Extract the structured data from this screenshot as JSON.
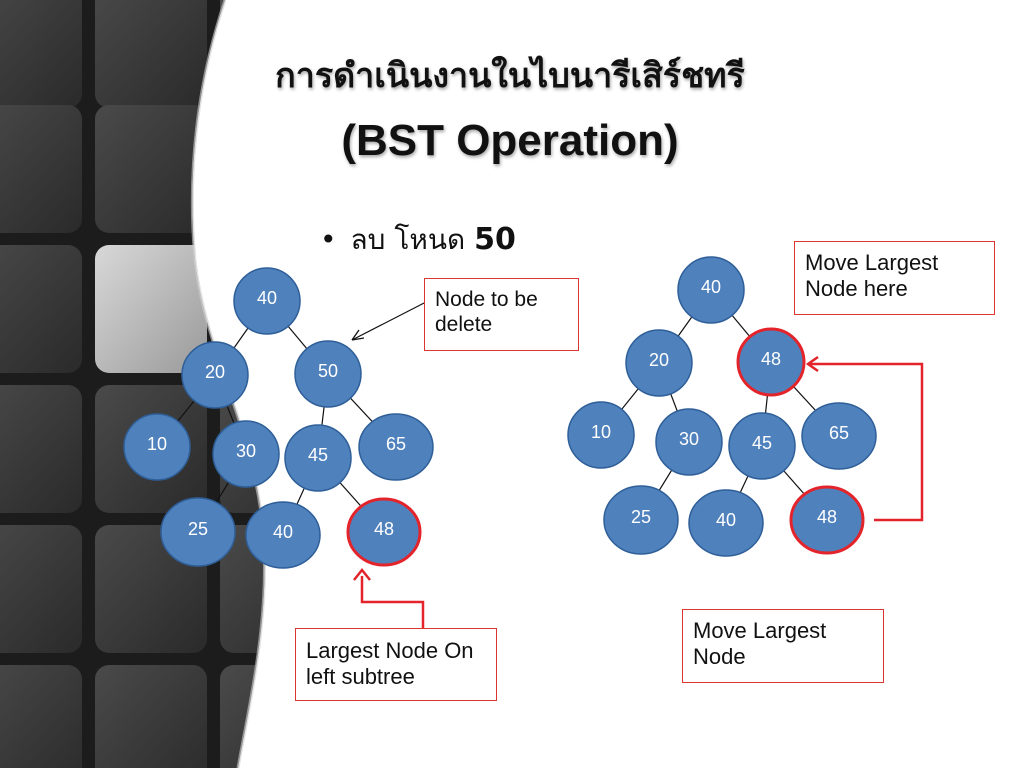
{
  "slide": {
    "title_thai": "การดำเนินงานในไบนารีเสิร์ชทรี",
    "title_english": "(BST Operation)",
    "bullet_text": "ลบ โหนด",
    "bullet_number": "50"
  },
  "callouts": {
    "node_to_delete": "Node to be delete",
    "largest_node_left": "Largest Node On left subtree",
    "move_here": "Move Largest Node here",
    "move_largest": "Move Largest Node"
  },
  "colors": {
    "node_fill": "#4f81bd",
    "node_border": "#2f5f98",
    "highlight_border": "#e3242b",
    "arrow_red": "#e3242b",
    "callout_border": "#d9372f"
  },
  "trees": {
    "before": {
      "nodes": [
        {
          "id": "b40",
          "label": "40"
        },
        {
          "id": "b20",
          "label": "20"
        },
        {
          "id": "b50",
          "label": "50"
        },
        {
          "id": "b10",
          "label": "10"
        },
        {
          "id": "b30",
          "label": "30"
        },
        {
          "id": "b45",
          "label": "45"
        },
        {
          "id": "b65",
          "label": "65"
        },
        {
          "id": "b25",
          "label": "25"
        },
        {
          "id": "b40b",
          "label": "40"
        },
        {
          "id": "b48",
          "label": "48",
          "highlight": true
        }
      ],
      "edges": [
        [
          "b40",
          "b20"
        ],
        [
          "b40",
          "b50"
        ],
        [
          "b20",
          "b10"
        ],
        [
          "b20",
          "b30"
        ],
        [
          "b50",
          "b45"
        ],
        [
          "b50",
          "b65"
        ],
        [
          "b30",
          "b25"
        ],
        [
          "b45",
          "b40b"
        ],
        [
          "b45",
          "b48"
        ]
      ]
    },
    "after": {
      "nodes": [
        {
          "id": "a40",
          "label": "40"
        },
        {
          "id": "a20",
          "label": "20"
        },
        {
          "id": "a48",
          "label": "48",
          "highlight": true
        },
        {
          "id": "a10",
          "label": "10"
        },
        {
          "id": "a30",
          "label": "30"
        },
        {
          "id": "a45",
          "label": "45"
        },
        {
          "id": "a65",
          "label": "65"
        },
        {
          "id": "a25",
          "label": "25"
        },
        {
          "id": "a40b",
          "label": "40"
        },
        {
          "id": "a48b",
          "label": "48",
          "highlight": true
        }
      ],
      "edges": [
        [
          "a40",
          "a20"
        ],
        [
          "a40",
          "a48"
        ],
        [
          "a20",
          "a10"
        ],
        [
          "a20",
          "a30"
        ],
        [
          "a48",
          "a45"
        ],
        [
          "a48",
          "a65"
        ],
        [
          "a30",
          "a25"
        ],
        [
          "a45",
          "a40b"
        ],
        [
          "a45",
          "a48b"
        ]
      ]
    }
  }
}
